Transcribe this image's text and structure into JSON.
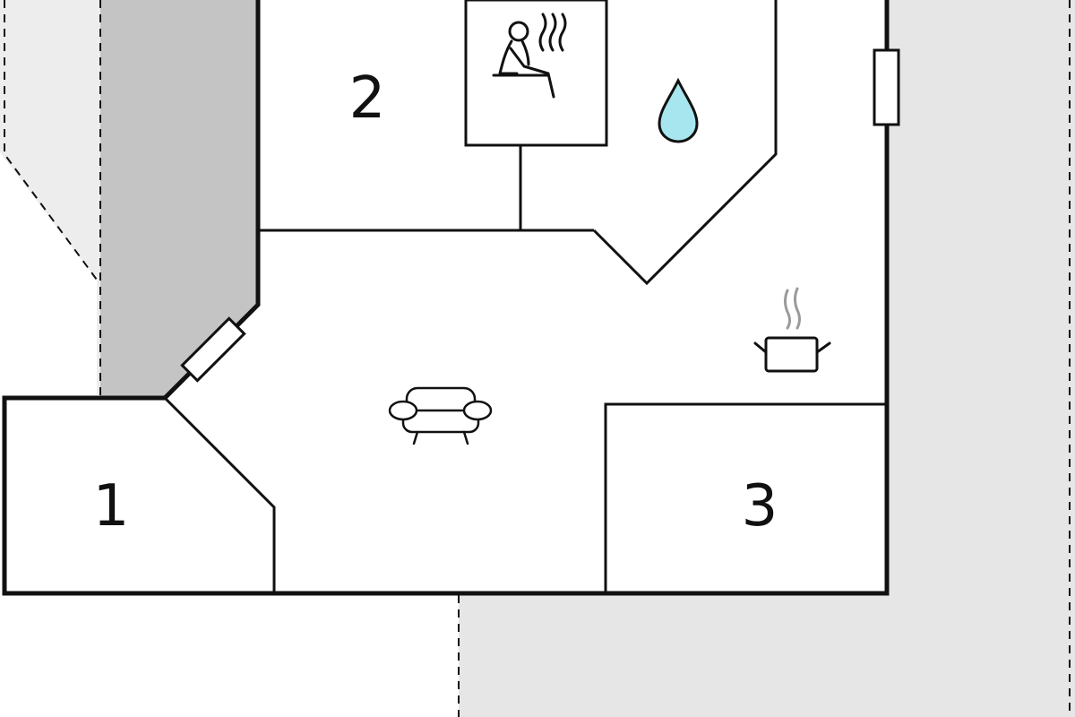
{
  "rooms": {
    "room_1": {
      "label": "1"
    },
    "room_2": {
      "label": "2"
    },
    "room_3": {
      "label": "3"
    }
  },
  "icons": {
    "sauna": "sauna-icon",
    "water": "water-drop-icon",
    "sofa": "sofa-icon",
    "cooking": "cooking-pot-icon"
  },
  "colors": {
    "wall": "#111111",
    "terrace_dark": "#c4c4c4",
    "terrace_light": "#e6e6e6",
    "terrace_lighter": "#ededed",
    "water": "#a8e6ef",
    "steam": "#9a9a9a"
  }
}
